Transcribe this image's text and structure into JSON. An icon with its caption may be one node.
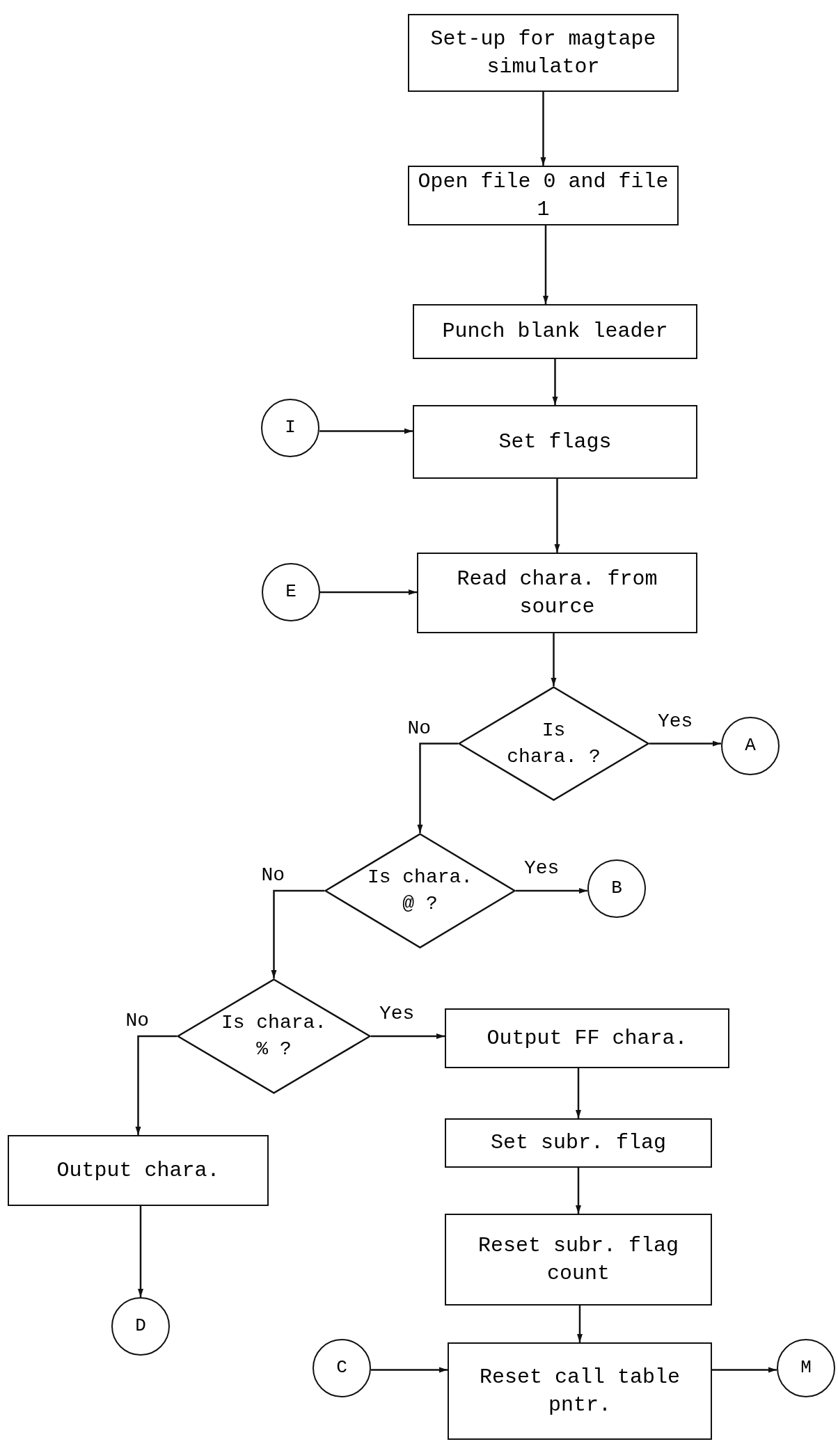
{
  "diagram": {
    "nodes": [
      {
        "text": [
          "Set-up for magtape simulator"
        ]
      },
      {
        "text": [
          "Open file 0 and file 1"
        ]
      },
      {
        "text": [
          "Punch blank leader"
        ]
      },
      {
        "text": [
          "I"
        ]
      },
      {
        "text": [
          "Set flags"
        ]
      },
      {
        "text": [
          "E"
        ]
      },
      {
        "text": [
          "Read chara. from source"
        ]
      },
      {
        "text": [
          "Is chara. ?"
        ]
      },
      {
        "text": [
          "A"
        ]
      },
      {
        "text": [
          "Is chara. @ ?"
        ]
      },
      {
        "text": [
          "B"
        ]
      },
      {
        "text": [
          "Is chara. % ?"
        ]
      },
      {
        "text": [
          "Output FF chara."
        ]
      },
      {
        "text": [
          "Set subr. flag"
        ]
      },
      {
        "text": [
          "Output chara."
        ]
      },
      {
        "text": [
          "Reset subr. flag count"
        ]
      },
      {
        "text": [
          "D"
        ]
      },
      {
        "text": [
          "C"
        ]
      },
      {
        "text": [
          "Reset call table pntr."
        ]
      },
      {
        "text": [
          "M"
        ]
      }
    ],
    "edges": [
      {
        "from": 0,
        "to": 1,
        "arrow": "to"
      },
      {
        "from": 1,
        "to": 2,
        "arrow": "to"
      },
      {
        "from": 2,
        "to": 4,
        "arrow": "to"
      },
      {
        "from": 3,
        "to": 4,
        "arrow": "to"
      },
      {
        "from": 4,
        "to": 6,
        "arrow": "to"
      },
      {
        "from": 5,
        "to": 6,
        "arrow": "to"
      },
      {
        "from": 6,
        "to": 7,
        "arrow": "to"
      },
      {
        "from": 7,
        "to": 8,
        "arrow": "to",
        "label": "Yes"
      },
      {
        "from": 7,
        "to": 9,
        "arrow": "to",
        "label": "No"
      },
      {
        "from": 9,
        "to": 10,
        "arrow": "to",
        "label": "Yes"
      },
      {
        "from": 9,
        "to": 11,
        "arrow": "to",
        "label": "No"
      },
      {
        "from": 11,
        "to": 12,
        "arrow": "to",
        "label": "Yes"
      },
      {
        "from": 11,
        "to": 14,
        "arrow": "to",
        "label": "No"
      },
      {
        "from": 12,
        "to": 13,
        "arrow": "to"
      },
      {
        "from": 13,
        "to": 15,
        "arrow": "to"
      },
      {
        "from": 14,
        "to": 16,
        "arrow": "to"
      },
      {
        "from": 15,
        "to": 18,
        "arrow": "to"
      },
      {
        "from": 17,
        "to": 18,
        "arrow": "to"
      },
      {
        "from": 18,
        "to": 19,
        "arrow": "to"
      }
    ]
  }
}
